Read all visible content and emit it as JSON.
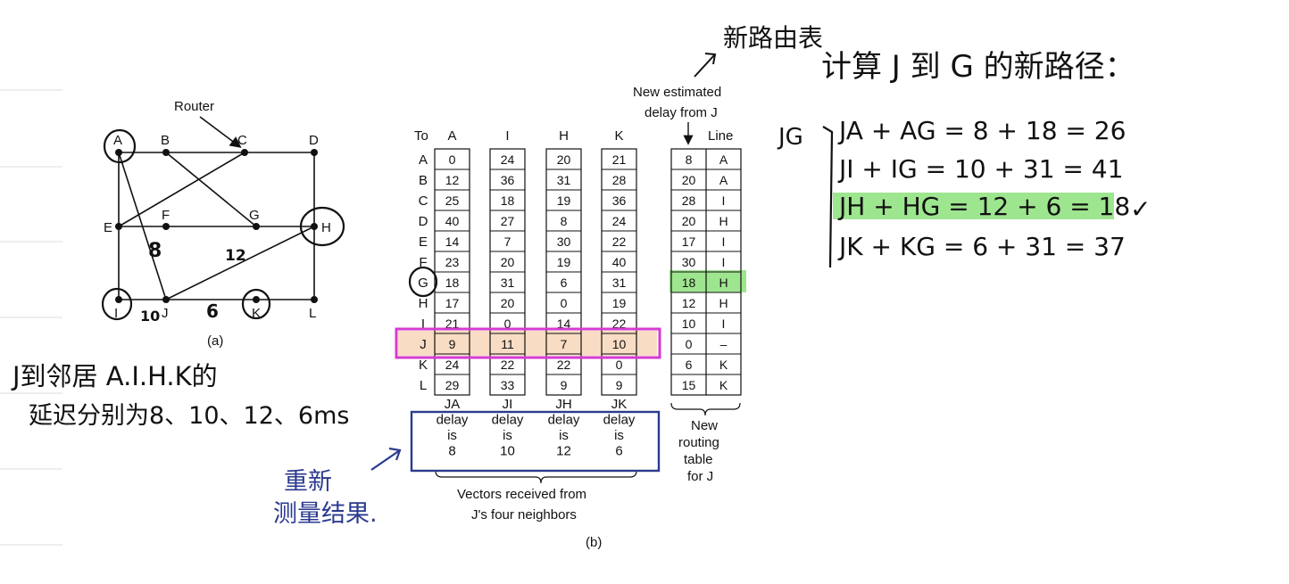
{
  "panel_a": {
    "router_label": "Router",
    "caption": "(a)",
    "nodes": [
      "A",
      "B",
      "C",
      "D",
      "E",
      "F",
      "G",
      "H",
      "I",
      "J",
      "K",
      "L"
    ],
    "link_weights": [
      "8",
      "12",
      "10",
      "6"
    ]
  },
  "panel_b": {
    "to_header": "To",
    "neighbor_headers": [
      "A",
      "I",
      "H",
      "K"
    ],
    "row_labels": [
      "A",
      "B",
      "C",
      "D",
      "E",
      "F",
      "G",
      "H",
      "I",
      "J",
      "K",
      "L"
    ],
    "vectors": [
      [
        "0",
        "12",
        "25",
        "40",
        "14",
        "23",
        "18",
        "17",
        "21",
        "9",
        "24",
        "29"
      ],
      [
        "24",
        "36",
        "18",
        "27",
        "7",
        "20",
        "31",
        "20",
        "0",
        "11",
        "22",
        "33"
      ],
      [
        "20",
        "31",
        "19",
        "8",
        "30",
        "19",
        "6",
        "0",
        "14",
        "7",
        "22",
        "9"
      ],
      [
        "21",
        "28",
        "36",
        "24",
        "22",
        "40",
        "31",
        "19",
        "22",
        "10",
        "0",
        "9"
      ]
    ],
    "delay_labels": [
      [
        "JA",
        "delay",
        "is",
        "8"
      ],
      [
        "JI",
        "delay",
        "is",
        "10"
      ],
      [
        "JH",
        "delay",
        "is",
        "12"
      ],
      [
        "JK",
        "delay",
        "is",
        "6"
      ]
    ],
    "vectors_caption": [
      "Vectors received from",
      "J's four neighbors"
    ],
    "new_estimated_label": [
      "New estimated",
      "delay from J"
    ],
    "line_header": "Line",
    "new_delay": [
      "8",
      "20",
      "28",
      "20",
      "17",
      "30",
      "18",
      "12",
      "10",
      "0",
      "6",
      "15"
    ],
    "new_line": [
      "A",
      "A",
      "I",
      "H",
      "I",
      "I",
      "H",
      "H",
      "I",
      "–",
      "K",
      "K"
    ],
    "new_table_caption": [
      "New",
      "routing",
      "table",
      "for J"
    ],
    "caption": "(b)"
  },
  "annotations": {
    "new_table_note": "新路由表",
    "compute_title": "计算 J 到 G 的新路径：",
    "jg_label": "JG",
    "equations": [
      "JA + AG = 8 + 18 = 26",
      "JI + IG = 10 + 31 = 41",
      "JH + HG = 12 + 6 = 18",
      "JK + KG = 6 + 31 = 37"
    ],
    "check_mark": "✓",
    "neighbor_note": [
      "J到邻居 A.I.H.K的",
      "延迟分别为8、10、12、6ms"
    ],
    "remeasure_note": [
      "重新",
      "测量结果."
    ]
  },
  "colors": {
    "magenta_box": "#d63ad0",
    "orange_row": "#f8dcc4",
    "green_highlight": "#9ee58f",
    "blue_box": "#2b3a8f"
  }
}
